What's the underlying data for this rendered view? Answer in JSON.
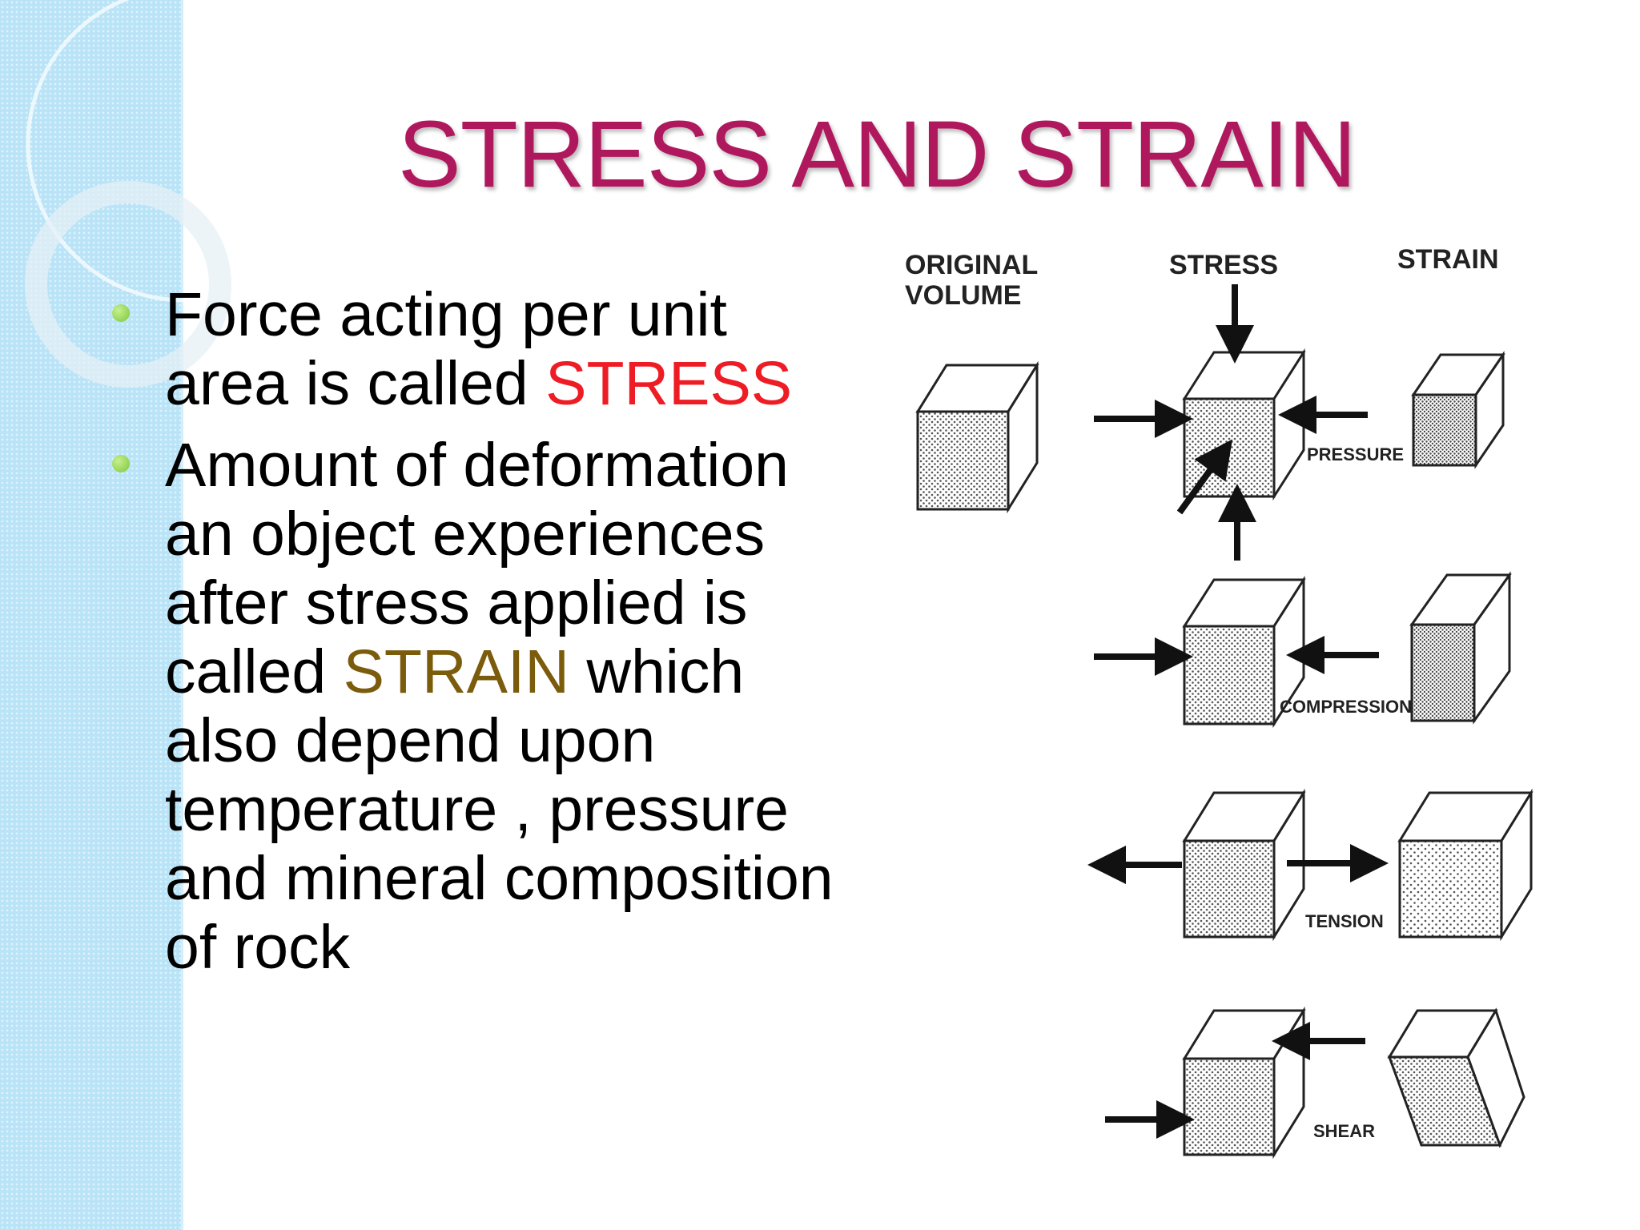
{
  "slide": {
    "title": "STRESS AND STRAIN",
    "bullets": [
      {
        "lines": [
          {
            "text": "Force acting per unit"
          },
          {
            "text": "area is called ",
            "highlight": "STRESS",
            "highlight_color": "#ee1c24"
          }
        ]
      },
      {
        "lines": [
          {
            "text": "Amount of deformation"
          },
          {
            "text": "an object experiences"
          },
          {
            "text": "after stress applied is"
          },
          {
            "text": "called ",
            "highlight": "STRAIN",
            "highlight_color": "#7b5c0c",
            "after": " which"
          },
          {
            "text": "also depend upon"
          },
          {
            "text": "temperature , pressure"
          },
          {
            "text": "and mineral composition"
          },
          {
            "text": "of rock"
          }
        ]
      }
    ],
    "title_color": "#b0185e",
    "bullet_color": "#7cc63a"
  },
  "diagram": {
    "header_original": "ORIGINAL",
    "header_volume": "VOLUME",
    "header_stress": "STRESS",
    "header_strain": "STRAIN",
    "label_pressure": "PRESSURE",
    "label_compression": "COMPRESSION",
    "label_tension": "TENSION",
    "label_shear": "SHEAR"
  }
}
